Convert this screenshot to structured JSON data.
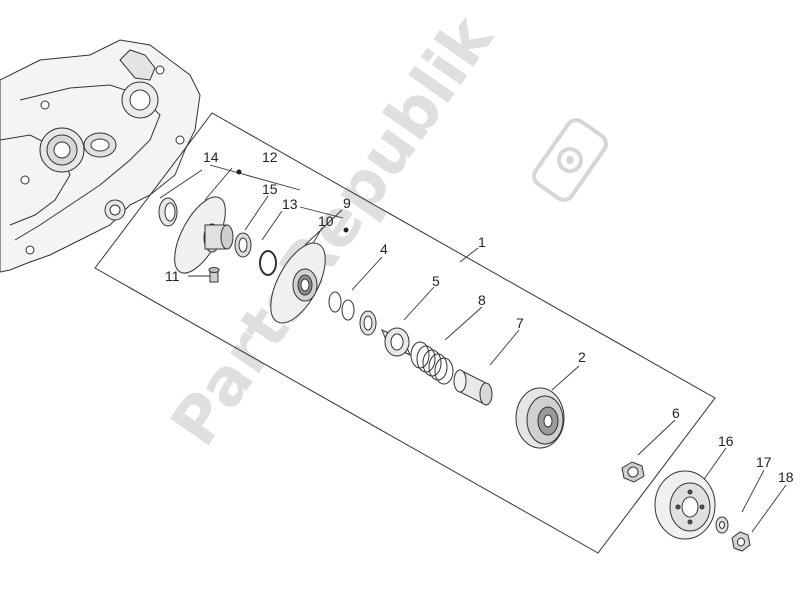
{
  "watermark": {
    "text": "PartsRepublik",
    "color": "#d6d6d6"
  },
  "colors": {
    "line": "#333333",
    "part_fill": "#f2f2f2",
    "part_shade": "#cfcfcf",
    "dark_shade": "#8a8a8a"
  },
  "callouts": {
    "n1": "1",
    "n2": "2",
    "n4": "4",
    "n5": "5",
    "n6": "6",
    "n7": "7",
    "n8": "8",
    "n9": "9",
    "n10": "10",
    "n11": "11",
    "n12": "12",
    "n13": "13",
    "n14": "14",
    "n15": "15",
    "n16": "16",
    "n17": "17",
    "n18": "18"
  },
  "icons": {
    "watermark_gear": "gear-icon"
  }
}
